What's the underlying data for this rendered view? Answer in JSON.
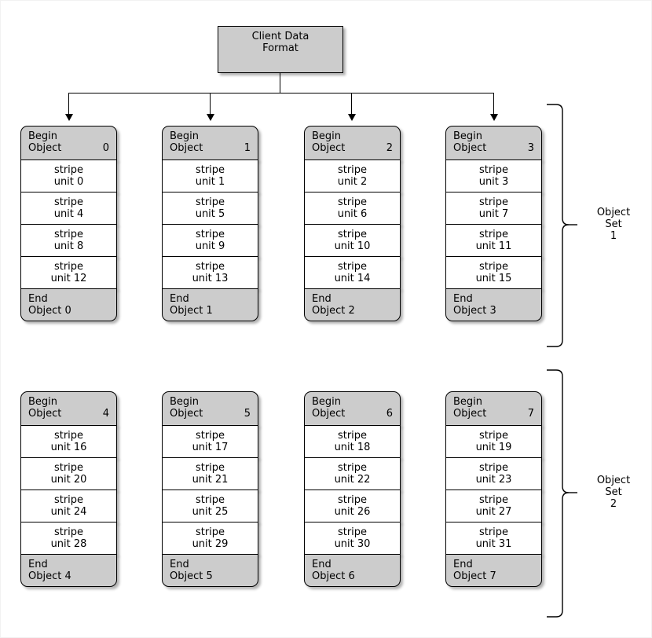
{
  "diagram": {
    "title": "Client Data Format",
    "root": {
      "lines": [
        "Client Data",
        "Format"
      ]
    },
    "object_sets": [
      {
        "label_lines": [
          "Object",
          "Set",
          "1"
        ],
        "objects": [
          {
            "begin_line1": "Begin",
            "begin_label": "Object",
            "begin_index": "0",
            "begin_combined": "Object 0",
            "stripes": [
              {
                "l1": "stripe",
                "l2": "unit 0"
              },
              {
                "l1": "stripe",
                "l2": "unit 4"
              },
              {
                "l1": "stripe",
                "l2": "unit 8"
              },
              {
                "l1": "stripe",
                "l2": "unit 12"
              }
            ],
            "end_line1": "End",
            "end_line2": "Object 0"
          },
          {
            "begin_line1": "Begin",
            "begin_label": "Object",
            "begin_index": "1",
            "begin_combined": "Object 1",
            "stripes": [
              {
                "l1": "stripe",
                "l2": "unit 1"
              },
              {
                "l1": "stripe",
                "l2": "unit 5"
              },
              {
                "l1": "stripe",
                "l2": "unit 9"
              },
              {
                "l1": "stripe",
                "l2": "unit 13"
              }
            ],
            "end_line1": "End",
            "end_line2": "Object 1"
          },
          {
            "begin_line1": "Begin",
            "begin_label": "Object",
            "begin_index": "2",
            "begin_combined": "Object 2",
            "stripes": [
              {
                "l1": "stripe",
                "l2": "unit 2"
              },
              {
                "l1": "stripe",
                "l2": "unit 6"
              },
              {
                "l1": "stripe",
                "l2": "unit 10"
              },
              {
                "l1": "stripe",
                "l2": "unit 14"
              }
            ],
            "end_line1": "End",
            "end_line2": "Object 2"
          },
          {
            "begin_line1": "Begin",
            "begin_label": "Object",
            "begin_index": "3",
            "begin_combined": "Object 3",
            "stripes": [
              {
                "l1": "stripe",
                "l2": "unit 3"
              },
              {
                "l1": "stripe",
                "l2": "unit 7"
              },
              {
                "l1": "stripe",
                "l2": "unit 11"
              },
              {
                "l1": "stripe",
                "l2": "unit 15"
              }
            ],
            "end_line1": "End",
            "end_line2": "Object 3"
          }
        ]
      },
      {
        "label_lines": [
          "Object",
          "Set",
          "2"
        ],
        "objects": [
          {
            "begin_line1": "Begin",
            "begin_label": "Object",
            "begin_index": "4",
            "begin_combined": "Object 4",
            "stripes": [
              {
                "l1": "stripe",
                "l2": "unit 16"
              },
              {
                "l1": "stripe",
                "l2": "unit 20"
              },
              {
                "l1": "stripe",
                "l2": "unit 24"
              },
              {
                "l1": "stripe",
                "l2": "unit 28"
              }
            ],
            "end_line1": "End",
            "end_line2": "Object 4"
          },
          {
            "begin_line1": "Begin",
            "begin_label": "Object",
            "begin_index": "5",
            "begin_combined": "Object 5",
            "stripes": [
              {
                "l1": "stripe",
                "l2": "unit 17"
              },
              {
                "l1": "stripe",
                "l2": "unit 21"
              },
              {
                "l1": "stripe",
                "l2": "unit 25"
              },
              {
                "l1": "stripe",
                "l2": "unit 29"
              }
            ],
            "end_line1": "End",
            "end_line2": "Object 5"
          },
          {
            "begin_line1": "Begin",
            "begin_label": "Object",
            "begin_index": "6",
            "begin_combined": "Object 6",
            "stripes": [
              {
                "l1": "stripe",
                "l2": "unit 18"
              },
              {
                "l1": "stripe",
                "l2": "unit 22"
              },
              {
                "l1": "stripe",
                "l2": "unit 26"
              },
              {
                "l1": "stripe",
                "l2": "unit 30"
              }
            ],
            "end_line1": "End",
            "end_line2": "Object 6"
          },
          {
            "begin_line1": "Begin",
            "begin_label": "Object",
            "begin_index": "7",
            "begin_combined": "Object 7",
            "stripes": [
              {
                "l1": "stripe",
                "l2": "unit 19"
              },
              {
                "l1": "stripe",
                "l2": "unit 23"
              },
              {
                "l1": "stripe",
                "l2": "unit 27"
              },
              {
                "l1": "stripe",
                "l2": "unit 31"
              }
            ],
            "end_line1": "End",
            "end_line2": "Object 7"
          }
        ]
      }
    ],
    "colors": {
      "shaded_fill": "#cccccc",
      "plain_fill": "#ffffff",
      "stroke": "#000000",
      "background": "#ffffff"
    }
  }
}
